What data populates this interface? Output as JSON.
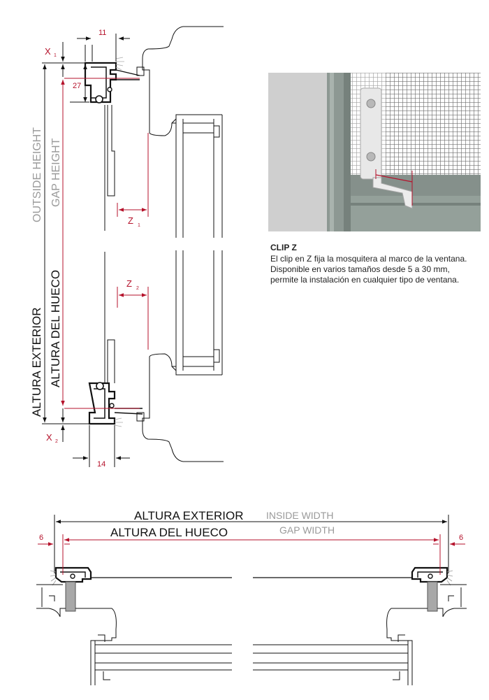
{
  "vertical": {
    "outside_height_en": "OUTSIDE HEIGHT",
    "gap_height_en": "GAP HEIGHT",
    "outside_height_es": "ALTURA EXTERIOR",
    "gap_height_es": "ALTURA DEL HUECO",
    "top_width": "11",
    "bottom_width": "14",
    "profile_height": "27",
    "x1": "X",
    "x1_sub": "1",
    "x2": "X",
    "x2_sub": "2",
    "z1": "Z",
    "z1_sub": "1",
    "z2": "Z",
    "z2_sub": "2"
  },
  "horizontal": {
    "outside_es": "ALTURA EXTERIOR",
    "outside_en": "INSIDE WIDTH",
    "gap_es": "ALTURA DEL HUECO",
    "gap_en": "GAP WIDTH",
    "left_offset": "6",
    "right_offset": "6"
  },
  "clip": {
    "title": "CLIP Z",
    "description": "El clip en Z fija la mosquitera al marco de la ventana.  Disponible en varios tamaños desde 5 a 30 mm, permite la instalación en cualquier tipo de ventana."
  },
  "colors": {
    "accent": "#b5122b",
    "line": "#111111",
    "gray_text": "#9a9a9a",
    "photo_frame": "#7f8b86"
  }
}
